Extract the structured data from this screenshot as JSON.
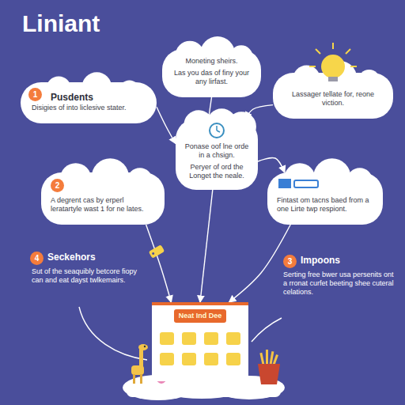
{
  "diagram": {
    "title": "Liniant",
    "nodes": [
      {
        "text": [
          "Moneting sheirs.",
          "Las you das of finy your any lirfast."
        ]
      },
      {
        "text": [
          "Pusdents",
          "Disigies of into liclesive stater."
        ]
      },
      {
        "text": [
          "Lassager tellate for, reone viction."
        ]
      },
      {
        "text": [
          "Ponase oof lne orde in a chsign.",
          "Peryer of ord the Longet the neale."
        ]
      },
      {
        "text": [
          "A degrent cas by erperl leratartyle wast 1 for ne lates."
        ]
      },
      {
        "text": [
          "Fintast om tacns baed from a one Lirte twp respiont."
        ]
      },
      {
        "text": [
          "Neat Ind Dee"
        ]
      }
    ],
    "edges": [
      {
        "from": 0,
        "to": 3,
        "arrow": "none"
      },
      {
        "from": 1,
        "to": 3,
        "arrow": "to"
      },
      {
        "from": 2,
        "to": 3,
        "arrow": "to"
      },
      {
        "from": 3,
        "to": 5,
        "arrow": "to"
      },
      {
        "from": 3,
        "to": 6,
        "arrow": "to"
      },
      {
        "from": 4,
        "to": 6,
        "arrow": "to"
      },
      {
        "from": 5,
        "to": 6,
        "arrow": "to"
      }
    ],
    "labels": [
      "1",
      "2",
      "4",
      "Seckehors",
      "Sut of the seaquibly betcore fiopy can and eat dayst twlkemairs.",
      "3",
      "Impoons",
      "Serting free bwer usa persenits ont a rronat curfet beeting shee cuteral celations."
    ]
  }
}
